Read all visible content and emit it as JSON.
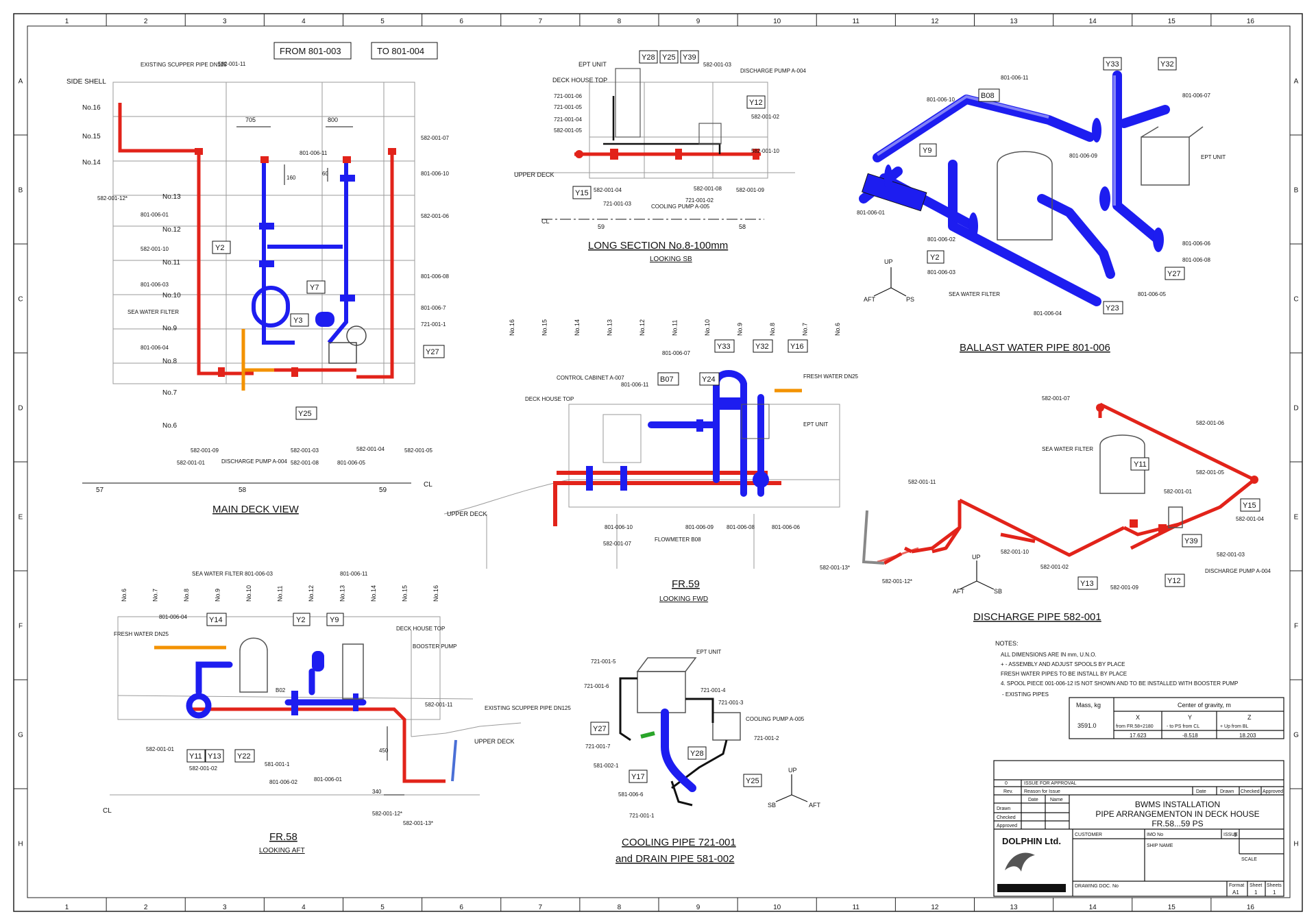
{
  "columns": [
    "1",
    "2",
    "3",
    "4",
    "5",
    "6",
    "7",
    "8",
    "9",
    "10",
    "11",
    "12",
    "13",
    "14",
    "15",
    "16"
  ],
  "rows": [
    "A",
    "B",
    "C",
    "D",
    "E",
    "F",
    "G",
    "H"
  ],
  "views": {
    "main_deck": {
      "title": "MAIN DECK VIEW",
      "from_box": "FROM 801-003",
      "to_box": "TO 801-004",
      "decks": [
        "No.16",
        "No.15",
        "No.14",
        "No.13",
        "No.12",
        "No.11",
        "No.10",
        "No.9",
        "No.8",
        "No.7",
        "No.6"
      ],
      "side_shell": "SIDE SHELL",
      "existing_scupper": "EXISTING SCUPPER PIPE DN125",
      "sea_water_filter": "SEA WATER FILTER",
      "discharge_pump": "DISCHARGE PUMP A-004",
      "dims": [
        "705",
        "800",
        "160",
        "60"
      ],
      "frames": [
        "57",
        "58",
        "59",
        "CL"
      ],
      "tags": [
        "Y2",
        "Y3",
        "Y7",
        "Y25",
        "Y27"
      ],
      "labels": [
        "582-001-11",
        "582-001-12*",
        "582-001-10",
        "801-006-01",
        "801-006-03",
        "801-006-04",
        "801-006-11",
        "801-006-10",
        "801-006-08",
        "801-006-7",
        "582-001-07",
        "582-001-06",
        "721-001-1",
        "582-001-09",
        "582-001-01",
        "582-001-03",
        "582-001-08",
        "801-006-05",
        "582-001-04",
        "582-001-05"
      ]
    },
    "long_section": {
      "title": "LONG SECTION No.8-100mm",
      "subtitle": "LOOKING SB",
      "deck_house_top": "DECK HOUSE TOP",
      "upper_deck": "UPPER DECK",
      "ept_unit": "EPT UNIT",
      "discharge_pump": "DISCHARGE PUMP A-004",
      "cooling_pump": "COOLING PUMP A-005",
      "tags": [
        "Y28",
        "Y25",
        "Y39",
        "Y12",
        "Y15"
      ],
      "labels": [
        "721-001-06",
        "721-001-05",
        "721-001-04",
        "582-001-05",
        "582-001-03",
        "582-001-02",
        "582-001-10",
        "582-001-04",
        "721-001-03",
        "582-001-08",
        "721-001-02",
        "582-001-09"
      ],
      "frames": [
        "CL",
        "59",
        "58"
      ]
    },
    "ballast": {
      "title": "BALLAST WATER PIPE 801-006",
      "tags": [
        "Y33",
        "Y32",
        "B08",
        "Y9",
        "Y2",
        "Y27",
        "Y23"
      ],
      "labels": [
        "801-006-11",
        "801-006-10",
        "801-006-07",
        "801-006-09",
        "801-006-01",
        "801-006-02",
        "801-006-03",
        "801-006-04",
        "801-006-05",
        "801-006-06",
        "801-006-08"
      ],
      "sea_water_filter": "SEA WATER FILTER",
      "ept_unit": "EPT UNIT",
      "axis": [
        "UP",
        "AFT",
        "PS"
      ]
    },
    "fr59": {
      "title": "FR.59",
      "subtitle": "LOOKING FWD",
      "frames_top": [
        "No.16",
        "No.15",
        "No.14",
        "No.13",
        "No.12",
        "No.11",
        "No.10",
        "No.9",
        "No.8",
        "No.7",
        "No.6"
      ],
      "control_cabinet": "CONTROL CABINET A-007",
      "deck_house_top": "DECK HOUSE TOP",
      "upper_deck": "UPPER DECK",
      "fresh_water": "FRESH WATER DN25",
      "ept_unit": "EPT UNIT",
      "flowmeter": "FLOWMETER B08",
      "tags": [
        "Y33",
        "Y32",
        "Y16",
        "B07",
        "Y24"
      ],
      "labels": [
        "801-006-07",
        "801-006-11",
        "801-006-10",
        "801-006-09",
        "801-006-08",
        "801-006-06",
        "582-001-07"
      ]
    },
    "discharge": {
      "title": "DISCHARGE PIPE 582-001",
      "tags": [
        "Y11",
        "Y15",
        "Y39",
        "Y12",
        "Y13"
      ],
      "labels": [
        "582-001-07",
        "582-001-06",
        "582-001-05",
        "582-001-04",
        "582-001-03",
        "582-001-01",
        "582-001-02",
        "582-001-09",
        "582-001-10",
        "582-001-11",
        "582-001-12*",
        "582-001-13*"
      ],
      "sea_water_filter": "SEA WATER FILTER",
      "discharge_pump": "DISCHARGE PUMP A-004",
      "axis": [
        "UP",
        "AFT",
        "SB"
      ]
    },
    "fr58": {
      "title": "FR.58",
      "subtitle": "LOOKING AFT",
      "frames_top": [
        "No.6",
        "No.7",
        "No.8",
        "No.9",
        "No.10",
        "No.11",
        "No.12",
        "No.13",
        "No.14",
        "No.15",
        "No.16"
      ],
      "fresh_water": "FRESH WATER DN25",
      "sea_water_filter": "SEA WATER FILTER",
      "deck_house_top": "DECK HOUSE TOP",
      "booster_pump": "BOOSTER PUMP",
      "existing_scupper": "EXISTING SCUPPER PIPE DN125",
      "upper_deck": "UPPER DECK",
      "dims": [
        "450",
        "340"
      ],
      "tags": [
        "Y14",
        "Y2",
        "Y9",
        "Y11",
        "Y13",
        "Y22"
      ],
      "labels": [
        "801-006-04",
        "801-006-03",
        "801-006-11",
        "582-001-01",
        "582-001-02",
        "581-001-1",
        "801-006-02",
        "801-006-01",
        "582-001-11",
        "582-001-12*",
        "582-001-13*",
        "B02"
      ],
      "cl": "CL"
    },
    "cooling": {
      "title_line1": "COOLING PIPE 721-001",
      "title_line2": "and DRAIN PIPE 581-002",
      "ept_unit": "EPT UNIT",
      "cooling_pump": "COOLING PUMP A-005",
      "tags": [
        "Y27",
        "Y28",
        "Y17",
        "Y25"
      ],
      "labels": [
        "721-001-5",
        "721-001-6",
        "721-001-4",
        "721-001-3",
        "721-001-2",
        "721-001-7",
        "581-002-1",
        "581-006-6",
        "721-001-1"
      ],
      "axis": [
        "UP",
        "SB",
        "AFT"
      ]
    }
  },
  "notes": {
    "heading": "NOTES:",
    "items": [
      "ALL DIMENSIONS ARE IN mm, U.N.O.",
      "+ - ASSEMBLY AND ADJUST SPOOLS BY PLACE",
      "FRESH WATER PIPES TO BE INSTALL BY PLACE",
      "4. SPOOL PIECE 001-006-12 IS NOT SHOWN AND TO BE INSTALLED WITH BOOSTER PUMP",
      "- EXISTING PIPES"
    ]
  },
  "mass_table": {
    "mass_header": "Mass, kg",
    "cog_header": "Center of gravity, m",
    "axes": [
      "X",
      "Y",
      "Z"
    ],
    "refs": [
      "from FR.58+2180",
      "- to PS from CL",
      "+ Up from BL"
    ],
    "mass": "3591.0",
    "values": [
      "17.623",
      "-8.518",
      "18.203"
    ]
  },
  "title_block": {
    "rev_no": "0",
    "rev_text": "ISSUE FOR APPROVAL",
    "rev_headers": [
      "Rev.",
      "Reason for Issue",
      "Date",
      "Drawn",
      "Checked",
      "Approved"
    ],
    "sign_headers": [
      "Date",
      "Name"
    ],
    "sign_rows": [
      "Drawn",
      "Checked",
      "Approved"
    ],
    "title_lines": [
      "BWMS INSTALLATION",
      "PIPE ARRANGEMENTON IN DECK HOUSE",
      "FR.58...59 PS"
    ],
    "company": "DOLPHIN Ltd.",
    "customer": "CUSTOMER",
    "imo": "IMO No",
    "ship_name": "SHIP NAME",
    "issue": "ISSUE",
    "issue_val": "0",
    "scale": "SCALE",
    "drawing_doc": "DRAWING DOC. No",
    "format_label": "Format",
    "format_val": "A1",
    "sheet_label": "Sheet",
    "sheet_val": "1",
    "sheets_label": "Sheets",
    "sheets_val": "1"
  }
}
